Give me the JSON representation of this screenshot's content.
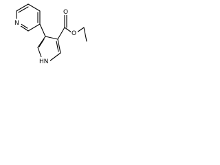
{
  "molecule": {
    "atoms": {
      "pyridine_n": "N",
      "carbonyl_o": "O",
      "ester_o": "O",
      "pyrrole_nh": "HN"
    }
  },
  "colors": {
    "bond": "#000000",
    "label": "#000000",
    "background": "#ffffff"
  }
}
